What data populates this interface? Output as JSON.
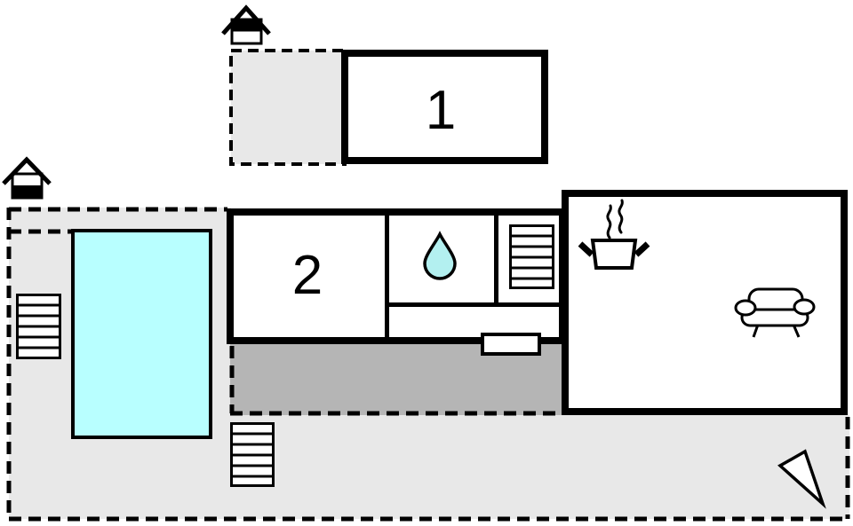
{
  "floor_plan": {
    "description": "holiday-home floor plan",
    "rooms": {
      "room1": {
        "label": "1"
      },
      "room2": {
        "label": "2"
      }
    },
    "features": {
      "bathroom_icon": "water-drop-icon",
      "kitchen_icon": "cooking-pot-icon",
      "living_room_icon": "sofa-icon",
      "pool": "swimming-pool",
      "stairs_icons": [
        "pool-stairs-icon",
        "terrace-stairs-icon",
        "indoor-stairs-icon"
      ],
      "entrance_icons": [
        "house-entrance-icon-top",
        "house-entrance-icon-left"
      ],
      "orientation_icon": "north-arrow-icon",
      "door_marker": "door-window-marker"
    },
    "colors": {
      "background": "#ffffff",
      "wall": "#000000",
      "plot_fill": "#e8e8e8",
      "terrace_dark_fill": "#b5b5b5",
      "pool_fill": "#b8ffff",
      "water_drop_fill": "#b3f0f0",
      "steam": "#999999"
    }
  }
}
